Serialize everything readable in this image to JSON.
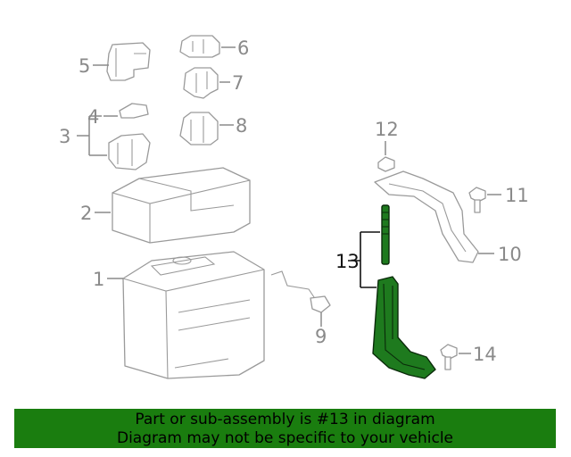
{
  "callouts": {
    "c1": "1",
    "c2": "2",
    "c3": "3",
    "c4": "4",
    "c5": "5",
    "c6": "6",
    "c7": "7",
    "c8": "8",
    "c9": "9",
    "c10": "10",
    "c11": "11",
    "c12": "12",
    "c13": "13",
    "c14": "14"
  },
  "highlight_color": "#1e7a1e",
  "banner": {
    "line1": "Part or sub-assembly is #13 in diagram",
    "line2": "Diagram may not be specific to your vehicle",
    "background": "#1a7d0f"
  }
}
